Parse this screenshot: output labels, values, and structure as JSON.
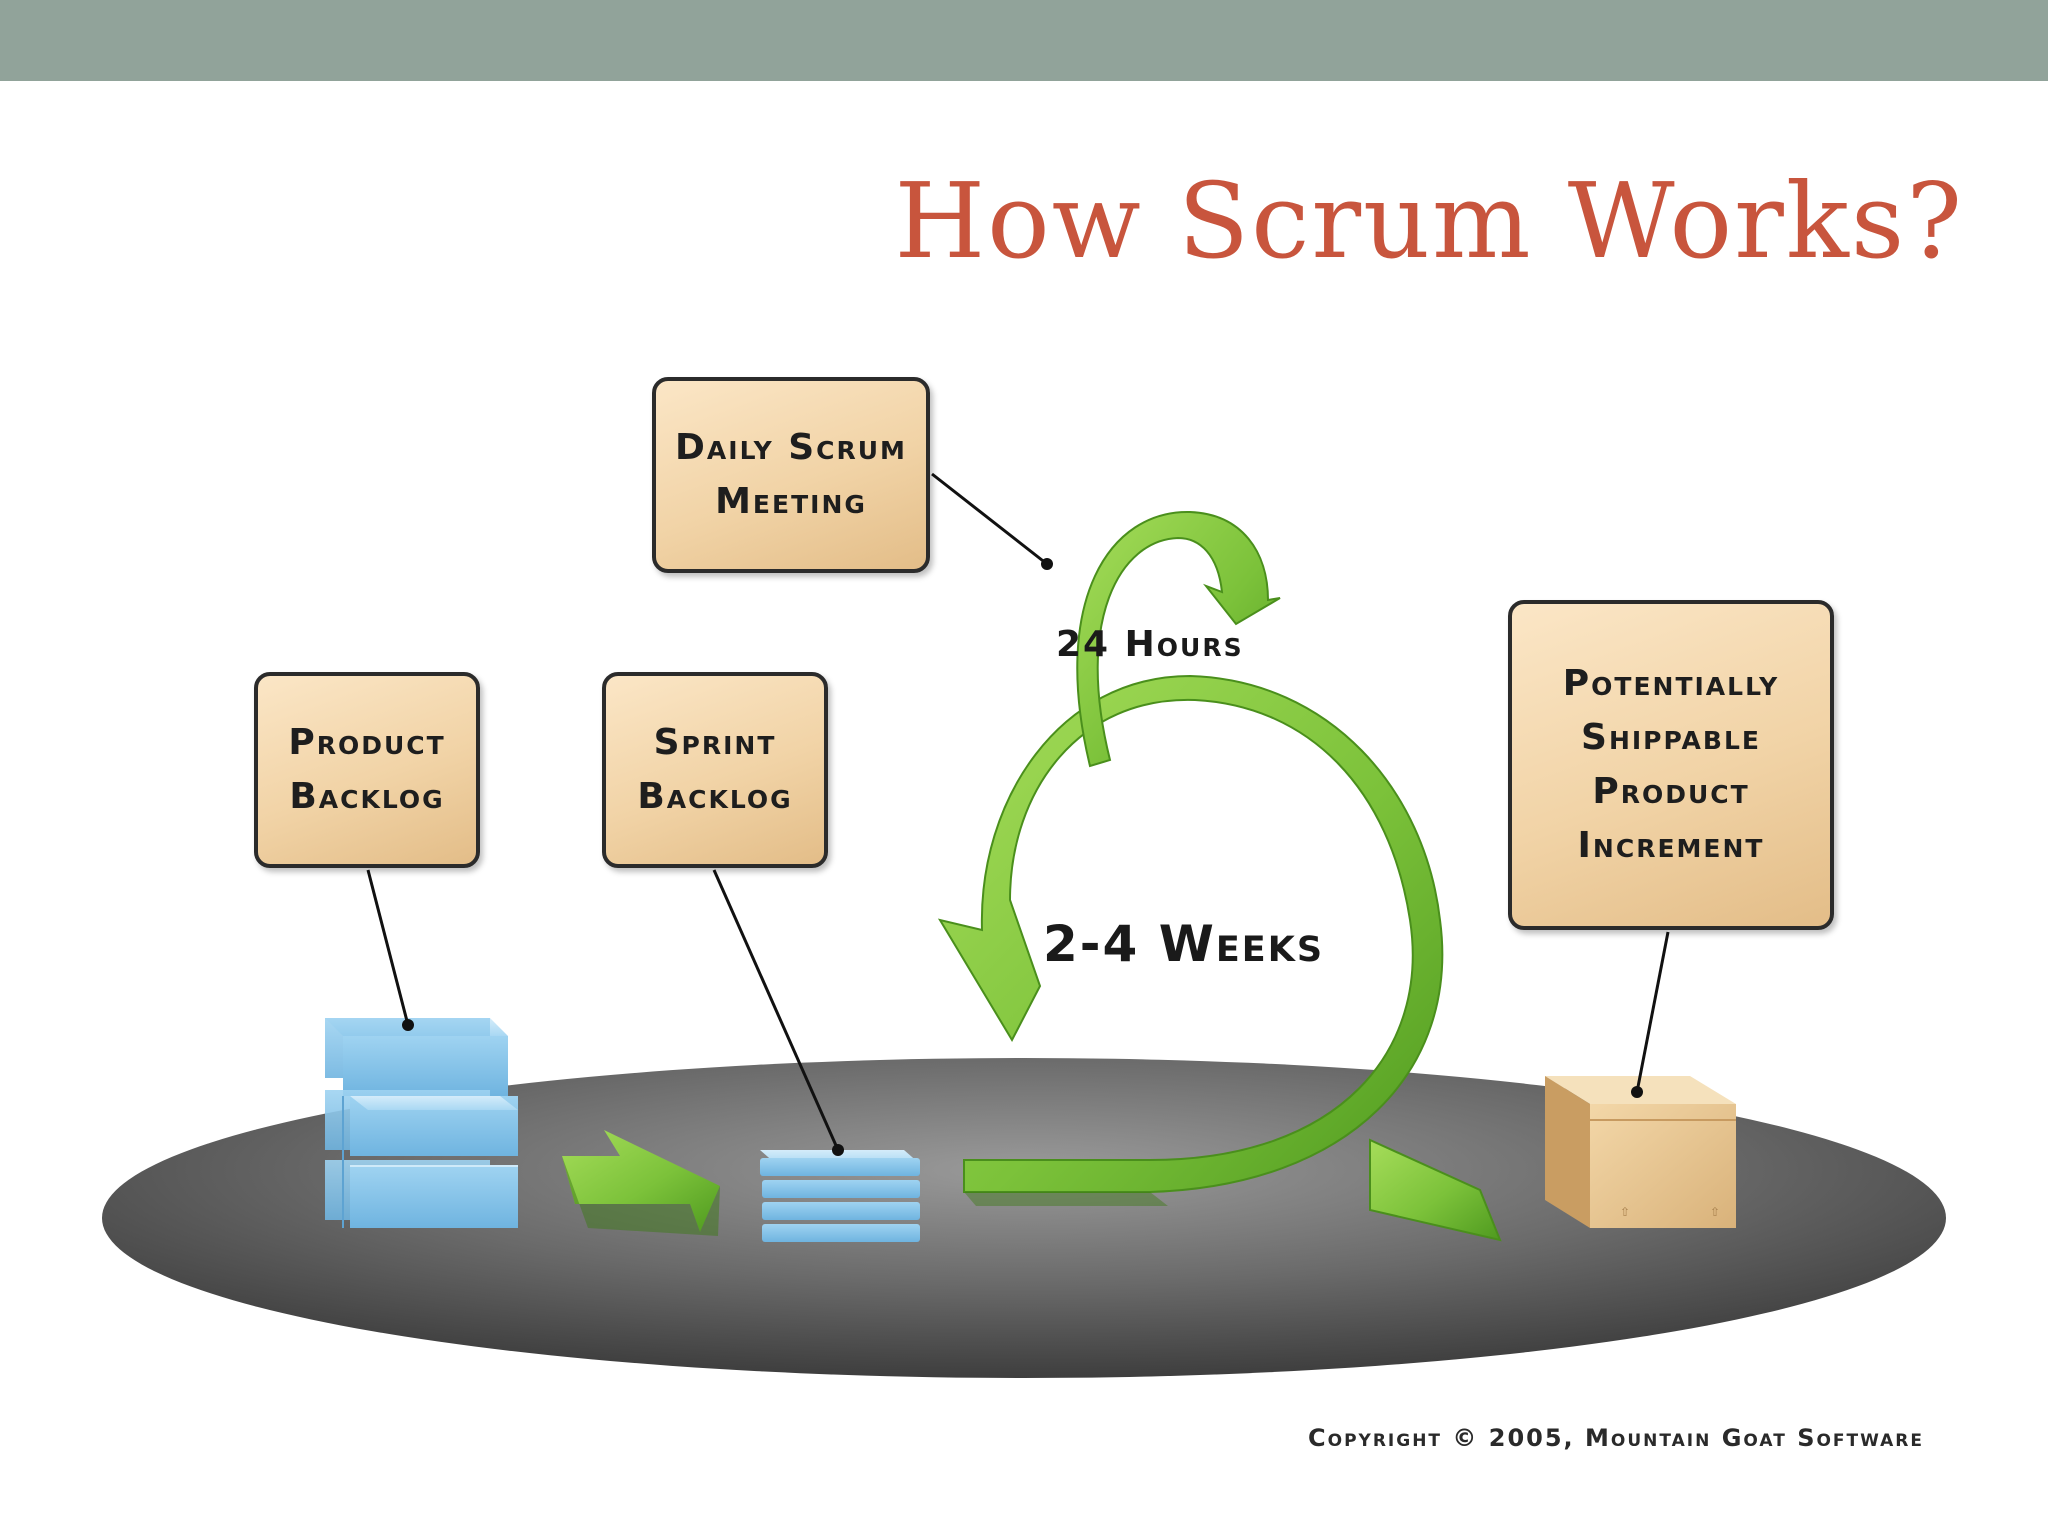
{
  "slide": {
    "title": "How Scrum Works?",
    "copyright": "Copyright © 2005, Mountain Goat Software"
  },
  "diagram": {
    "daily_scrum": [
      "Daily Scrum",
      "Meeting"
    ],
    "product_backlog": [
      "Product",
      "Backlog"
    ],
    "sprint_backlog": [
      "Sprint",
      "Backlog"
    ],
    "increment": [
      "Potentially",
      "Shippable",
      "Product",
      "Increment"
    ],
    "daily_cycle": "24 Hours",
    "sprint_cycle": "2-4 Weeks"
  },
  "colors": {
    "title": "#c8553d",
    "top_bar": "#91a39a",
    "arrow_green": "#7cc23a",
    "box_fill": "#f1d3a6",
    "platform": "#5a5a5a",
    "backlog_blue": "#8fc8ea"
  }
}
